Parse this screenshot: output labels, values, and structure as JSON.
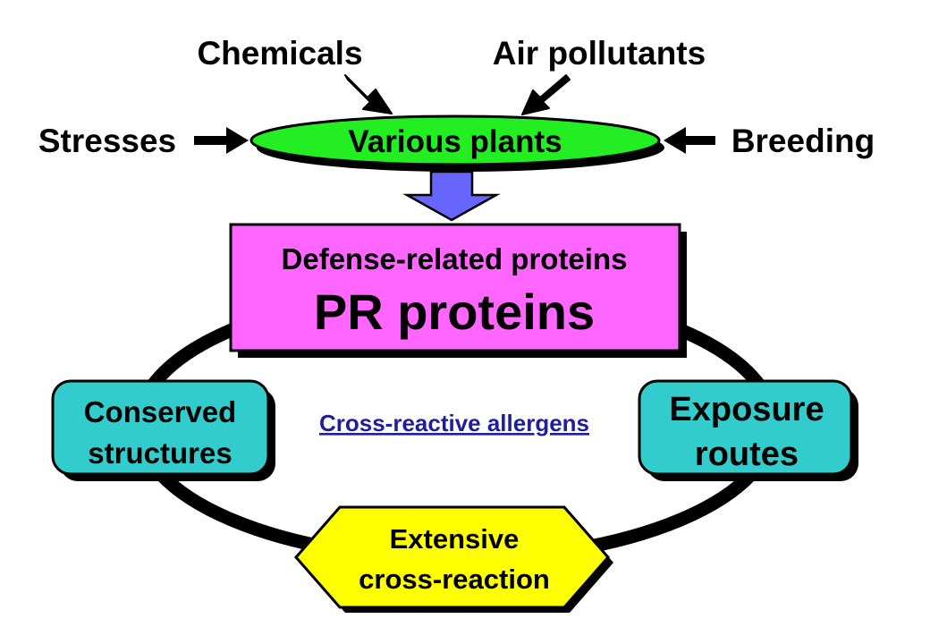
{
  "inputs": {
    "chemicals": "Chemicals",
    "air_pollutants": "Air pollutants",
    "stresses": "Stresses",
    "breeding": "Breeding"
  },
  "plants": {
    "label": "Various plants"
  },
  "proteins": {
    "line1": "Defense-related proteins",
    "line2": "PR proteins"
  },
  "conserved": {
    "line1": "Conserved",
    "line2": "structures"
  },
  "exposure": {
    "line1": "Exposure",
    "line2": "routes"
  },
  "cross_reactive_link": "Cross-reactive allergens",
  "extensive": {
    "line1": "Extensive",
    "line2": "cross-reaction"
  },
  "colors": {
    "plants_fill": "#22ee22",
    "proteins_fill": "#ff66ff",
    "teal_fill": "#33cccc",
    "hexagon_fill": "#ffff00",
    "down_arrow_fill": "#6666ff",
    "link_color": "#1f1f9e"
  }
}
